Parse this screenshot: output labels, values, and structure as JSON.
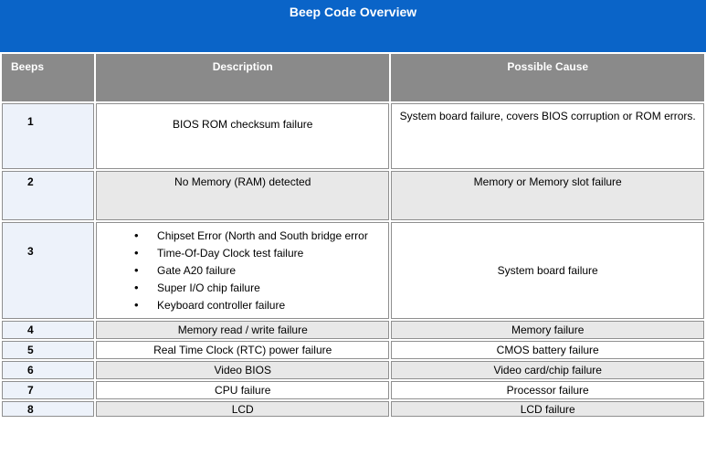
{
  "title": "Beep Code Overview",
  "colors": {
    "banner_blue": "#0a64c8",
    "header_gray": "#8a8a8a",
    "stripe_gray": "#e8e8e8",
    "beeps_column_bg": "#edf2fa",
    "cell_border_gray": "#8f8f8f",
    "header_text": "#ffffff",
    "body_text": "#000000"
  },
  "table": {
    "headers": [
      "Beeps",
      "Description",
      "Possible Cause"
    ],
    "rows": [
      {
        "beeps": "1",
        "description": "BIOS ROM checksum failure",
        "cause": "System board failure, covers BIOS corruption or ROM errors."
      },
      {
        "beeps": "2",
        "description": "No Memory (RAM) detected",
        "cause": "Memory or Memory slot failure"
      },
      {
        "beeps": "3",
        "description_bullets": [
          "Chipset Error (North and South bridge error",
          "Time-Of-Day Clock test failure",
          "Gate A20 failure",
          "Super I/O chip failure",
          "Keyboard controller failure"
        ],
        "cause": "System board failure"
      },
      {
        "beeps": "4",
        "description": "Memory read / write failure",
        "cause": "Memory failure"
      },
      {
        "beeps": "5",
        "description": "Real Time Clock (RTC) power failure",
        "cause": "CMOS battery failure"
      },
      {
        "beeps": "6",
        "description": "Video BIOS",
        "cause": "Video card/chip failure"
      },
      {
        "beeps": "7",
        "description": "CPU failure",
        "cause": "Processor failure"
      },
      {
        "beeps": "8",
        "description": "LCD",
        "cause": "LCD failure"
      }
    ]
  }
}
